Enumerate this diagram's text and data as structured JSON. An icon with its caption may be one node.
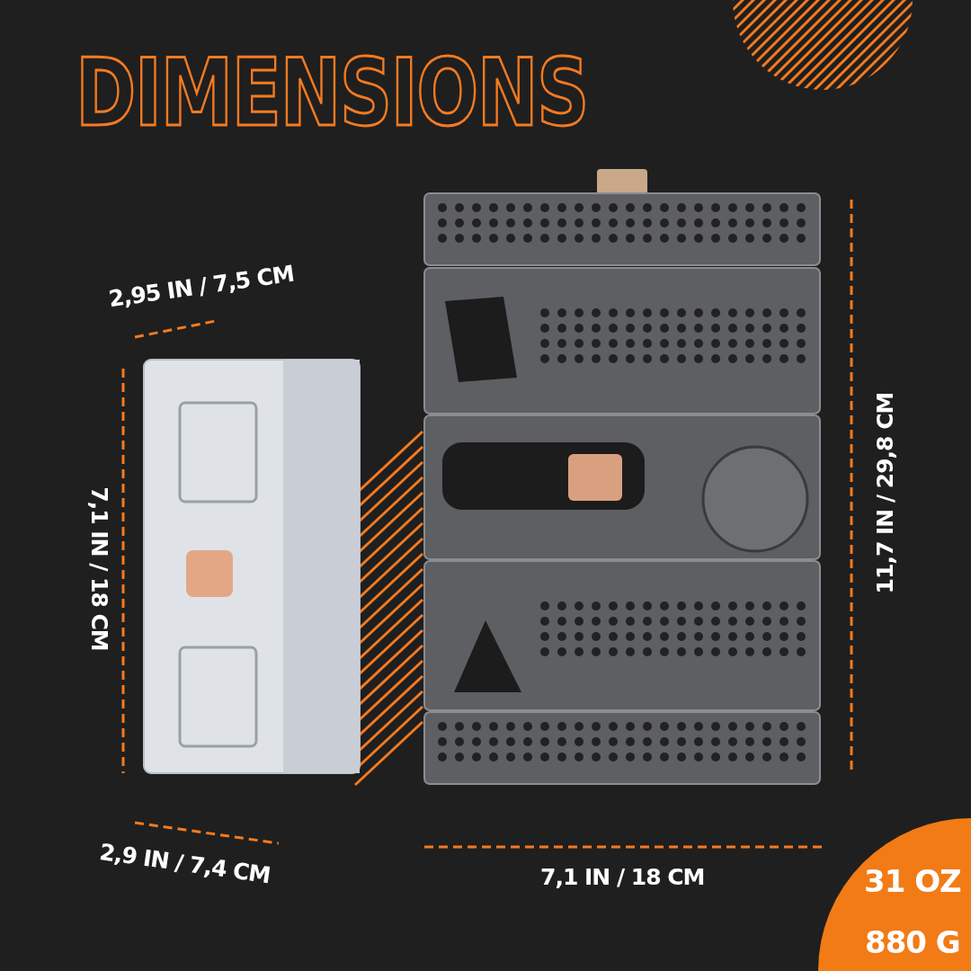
{
  "diagram": {
    "title": "DIMENSIONS",
    "labels": [
      "2,95 IN / 7,5 CM",
      "11,7 IN / 29,8 CM",
      "7,1 IN / 18 CM",
      "2,9 IN / 7,4 CM",
      "7,1 IN / 18 CM",
      "31 OZ",
      "880 G"
    ]
  }
}
